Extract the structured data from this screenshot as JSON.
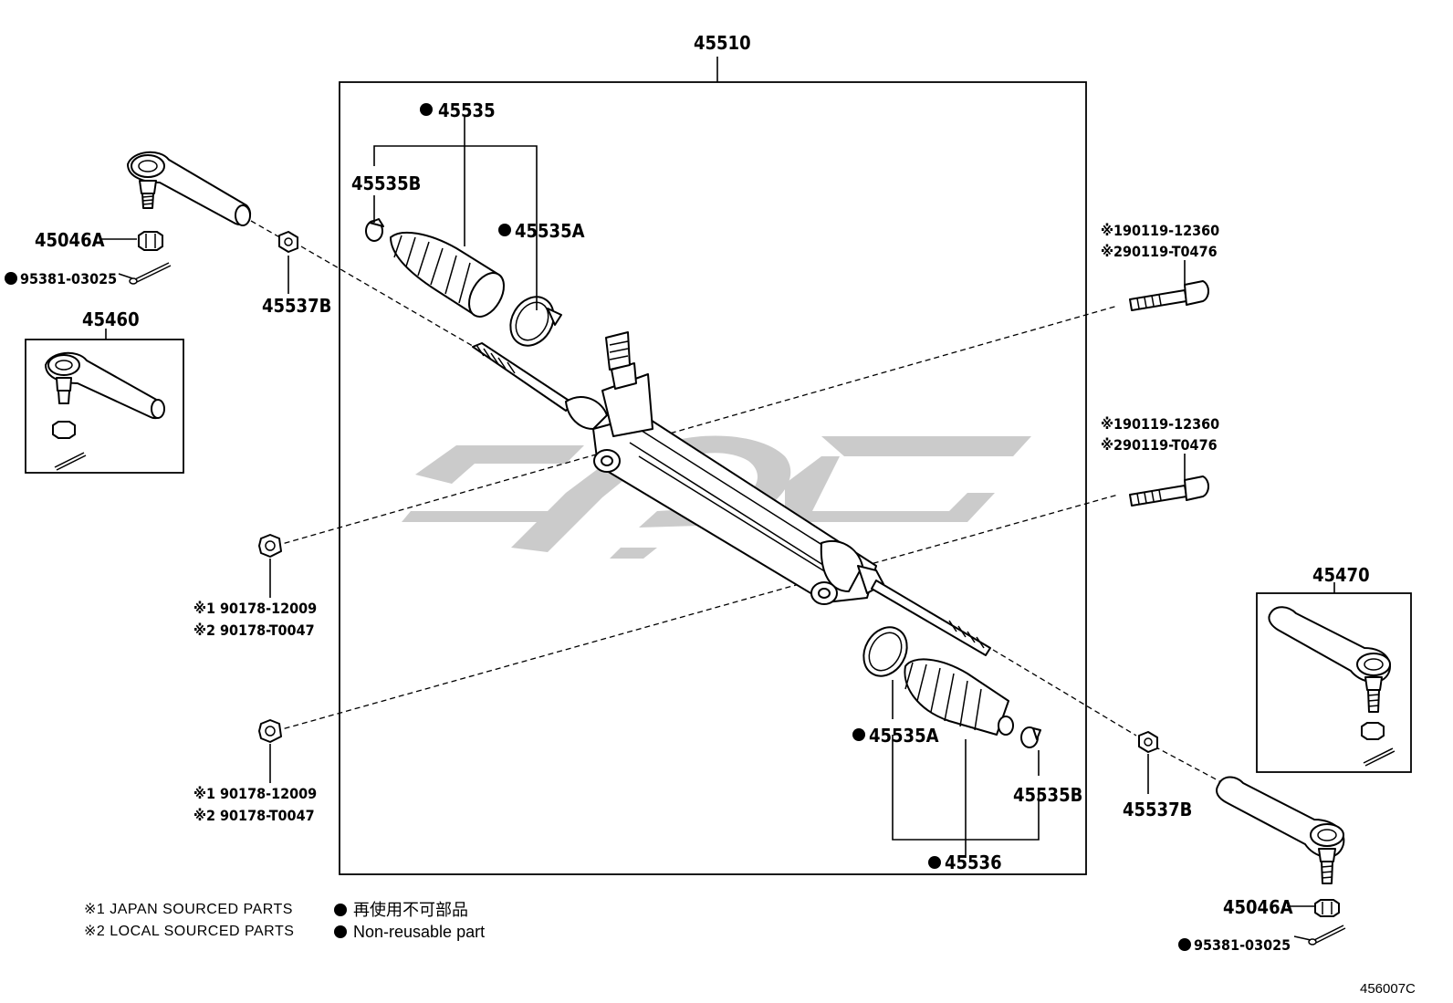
{
  "diagram_code": "456007C",
  "assembly": {
    "number": "45510"
  },
  "parts": {
    "boot_kit": "45535",
    "clamp_b_left": "45535B",
    "clamp_a_left": "45535A",
    "clamp_a_right": "45535A",
    "clamp_b_right": "45535B",
    "boot_right": "45536",
    "nut_left": "45046A",
    "nut_right": "45046A",
    "cotter_pin_left": "95381-03025",
    "cotter_pin_right": "95381-03025",
    "lock_nut_left": "45537B",
    "lock_nut_right": "45537B",
    "tie_rod_end_left": "45460",
    "tie_rod_end_right": "45470",
    "bolt_upper_1": "※190119-12360",
    "bolt_upper_2": "※290119-T0476",
    "bolt_lower_1": "※190119-12360",
    "bolt_lower_2": "※290119-T0476",
    "nut_upper_1": "※1 90178-12009",
    "nut_upper_2": "※2 90178-T0047",
    "nut_lower_1": "※1 90178-12009",
    "nut_lower_2": "※2 90178-T0047"
  },
  "legend": {
    "note1": "※1 JAPAN SOURCED PARTS",
    "note2": "※2 LOCAL SOURCED PARTS",
    "nonreusable_jp": "再使用不可部品",
    "nonreusable_en": "Non-reusable part"
  },
  "colors": {
    "line": "#000000",
    "watermark": "#c8c8c8",
    "background": "#ffffff"
  }
}
